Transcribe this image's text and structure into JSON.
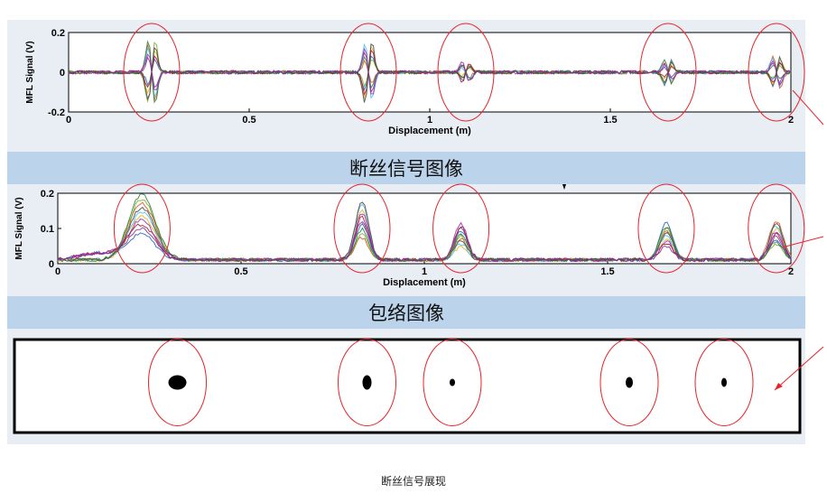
{
  "chart_data": [
    {
      "type": "line",
      "title": "",
      "xlabel": "Displacement (m)",
      "ylabel": "MFL Signal (V)",
      "xlim": [
        0,
        2
      ],
      "ylim": [
        -0.2,
        0.2
      ],
      "xticks": [
        "0",
        "0.5",
        "1",
        "1.5",
        "2"
      ],
      "yticks": [
        "-0.2",
        "0",
        "0.2"
      ],
      "grid": false,
      "anomalies_x": [
        0.23,
        0.83,
        1.1,
        1.66,
        1.96
      ],
      "anomaly_peak_amplitudes": [
        0.2,
        0.18,
        0.06,
        0.08,
        0.1
      ]
    },
    {
      "type": "line",
      "title": "",
      "xlabel": "Displacement (m)",
      "ylabel": "MFL Signal (V)",
      "xlim": [
        0,
        2
      ],
      "ylim": [
        0,
        0.2
      ],
      "xticks": [
        "0",
        "0.5",
        "1",
        "1.5",
        "2"
      ],
      "yticks": [
        "0",
        "0.1",
        "0.2"
      ],
      "grid": false,
      "anomalies_x": [
        0.23,
        0.83,
        1.1,
        1.66,
        1.96
      ],
      "anomaly_peak_values": [
        0.2,
        0.18,
        0.11,
        0.11,
        0.12
      ]
    },
    {
      "type": "scatter",
      "title": "",
      "xlim": [
        0,
        2
      ],
      "blob_x": [
        0.23,
        0.83,
        1.1,
        1.66,
        1.96
      ]
    }
  ],
  "bands": {
    "signal": "断丝信号图像",
    "envelope": "包络图像"
  },
  "caption": "断丝信号展现",
  "colors": {
    "panel_bg": "#e9eef4",
    "band_bg": "#bcd3ec",
    "marker_circle": "#e8222a",
    "arrow": "#e8222a"
  }
}
